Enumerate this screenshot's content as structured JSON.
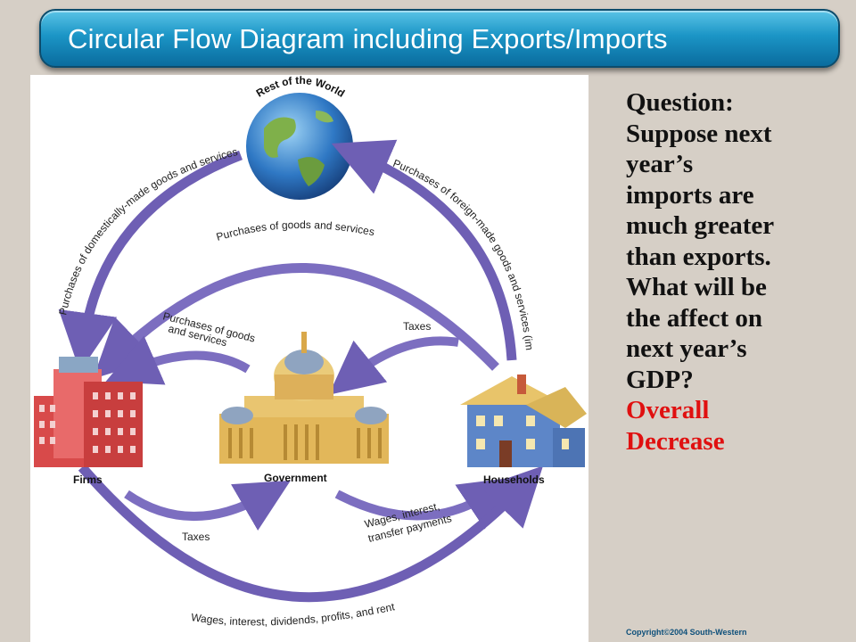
{
  "slide": {
    "title": "Circular Flow Diagram including Exports/Imports",
    "copyright": "Copyright©2004  South-Western"
  },
  "diagram": {
    "nodes": {
      "world": "Rest of the World",
      "firms": "Firms",
      "government": "Government",
      "households": "Households"
    },
    "flows": {
      "exports": "Purchases of domestically-made goods and services by foreigners (exports)",
      "imports": "Purchases of foreign-made goods and services (imports)",
      "purchases_goods_services": "Purchases of goods and services",
      "gov_purchases_line1": "Purchases of goods",
      "gov_purchases_line2": "and services",
      "taxes_households": "Taxes",
      "taxes_firms": "Taxes",
      "wages_transfer_line1": "Wages, interest,",
      "wages_transfer_line2": "transfer payments",
      "wages_dividends": "Wages, interest, dividends, profits, and rent"
    }
  },
  "question": {
    "lines": [
      "Question:",
      "Suppose next",
      "year’s",
      "imports are",
      "much greater",
      "than exports.",
      "What will be",
      "the affect on",
      "next year’s",
      "GDP?"
    ],
    "answer_lines": [
      "Overall",
      "Decrease"
    ]
  },
  "colors": {
    "title_bar": "#1b95c6",
    "arrow": "#6e5fb4",
    "answer": "#e01010",
    "background": "#d6cfc6"
  }
}
